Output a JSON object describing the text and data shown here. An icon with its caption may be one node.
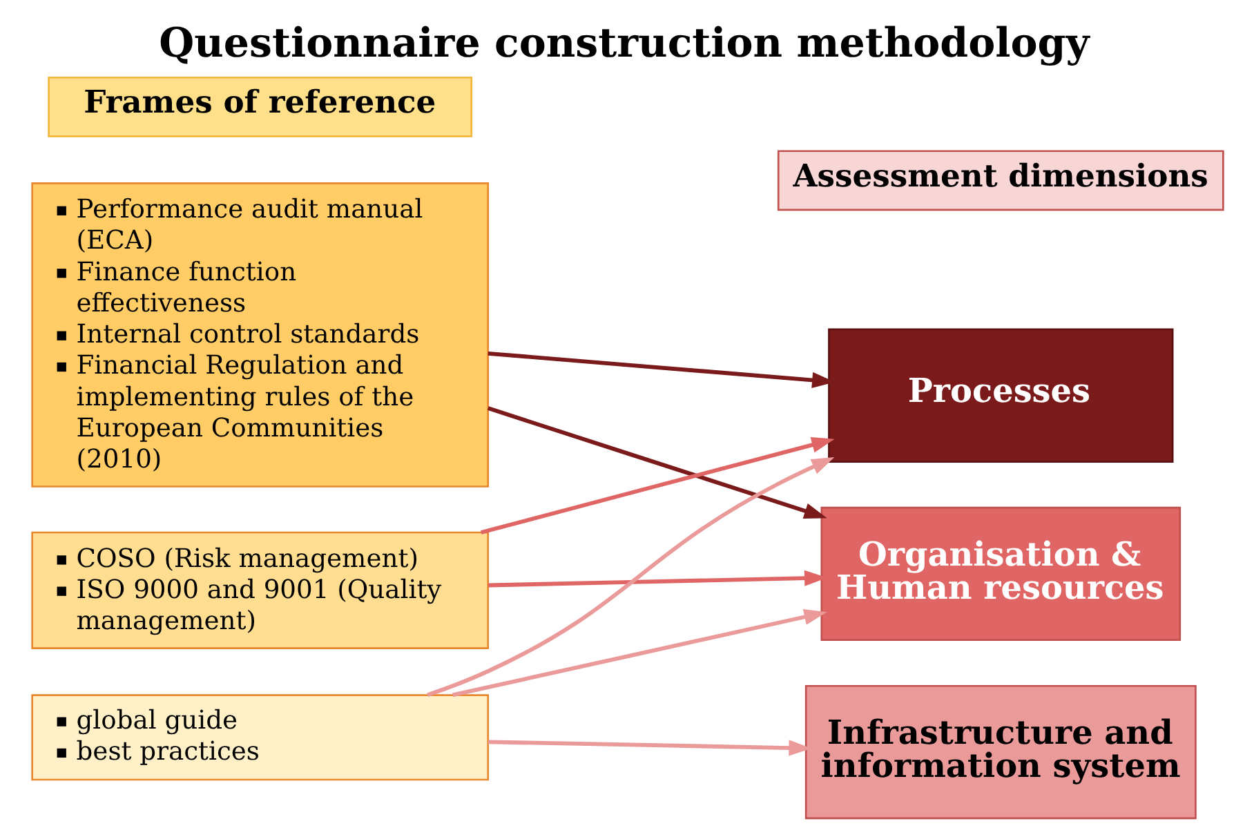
{
  "diagram": {
    "title": "Questionnaire construction methodology",
    "nodes": [
      {
        "text": [
          "Frames of reference"
        ]
      },
      {
        "text": [
          "Performance audit manual (ECA)",
          "Finance function effectiveness",
          "Internal control standards",
          "Financial Regulation and implementing rules of the European Communities (2010)"
        ]
      },
      {
        "text": [
          "COSO (Risk management)",
          "ISO 9000 and 9001 (Quality management)"
        ]
      },
      {
        "text": [
          "global guide",
          "best practices"
        ]
      },
      {
        "text": [
          "Assessment dimensions"
        ]
      },
      {
        "text": [
          "Processes"
        ]
      },
      {
        "text": [
          "Organisation & Human resources"
        ]
      },
      {
        "text": [
          "Infrastructure and information system"
        ]
      }
    ],
    "edges": [
      {
        "from": 1,
        "to": 5,
        "arrow": "to",
        "color": "#7b1a1a"
      },
      {
        "from": 1,
        "to": 6,
        "arrow": "to",
        "color": "#7b1a1a"
      },
      {
        "from": 2,
        "to": 5,
        "arrow": "to",
        "color": "#e06666"
      },
      {
        "from": 2,
        "to": 6,
        "arrow": "to",
        "color": "#e06666"
      },
      {
        "from": 3,
        "to": 5,
        "arrow": "to",
        "color": "#eb9a9a"
      },
      {
        "from": 3,
        "to": 6,
        "arrow": "to",
        "color": "#eb9a9a"
      },
      {
        "from": 3,
        "to": 7,
        "arrow": "to",
        "color": "#eb9a9a"
      }
    ]
  }
}
